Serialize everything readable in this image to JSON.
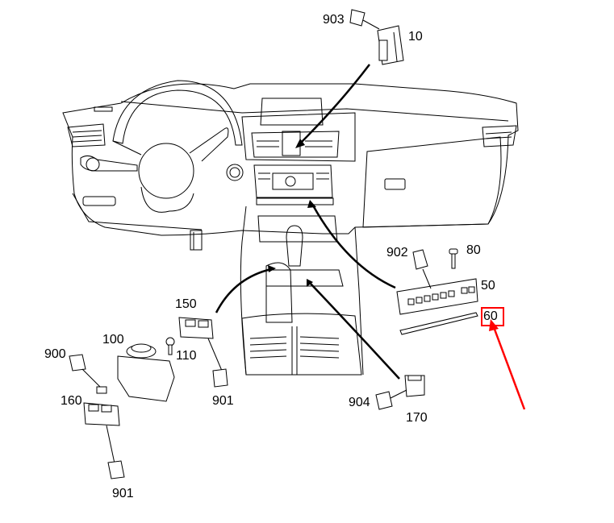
{
  "diagram": {
    "type": "exploded-parts-diagram",
    "subject": "vehicle dashboard and center console switches",
    "highlight_color": "#ff0000",
    "line_color": "#000000",
    "callouts": [
      {
        "id": "903",
        "label": "903",
        "part": "connector"
      },
      {
        "id": "10",
        "label": "10",
        "part": "switch module (center vent)"
      },
      {
        "id": "902",
        "label": "902",
        "part": "connector"
      },
      {
        "id": "80",
        "label": "80",
        "part": "screw"
      },
      {
        "id": "50",
        "label": "50",
        "part": "switch panel"
      },
      {
        "id": "60",
        "label": "60",
        "part": "trim strip",
        "highlighted": true
      },
      {
        "id": "150",
        "label": "150",
        "part": "switch"
      },
      {
        "id": "100",
        "label": "100",
        "part": "controller knob unit"
      },
      {
        "id": "110",
        "label": "110",
        "part": "screw"
      },
      {
        "id": "900",
        "label": "900",
        "part": "connector"
      },
      {
        "id": "901a",
        "label": "901",
        "part": "connector"
      },
      {
        "id": "160",
        "label": "160",
        "part": "switch"
      },
      {
        "id": "901b",
        "label": "901",
        "part": "connector"
      },
      {
        "id": "904",
        "label": "904",
        "part": "connector"
      },
      {
        "id": "170",
        "label": "170",
        "part": "switch"
      }
    ],
    "annotation": {
      "target": "60",
      "shape": "box-with-arrow"
    }
  }
}
